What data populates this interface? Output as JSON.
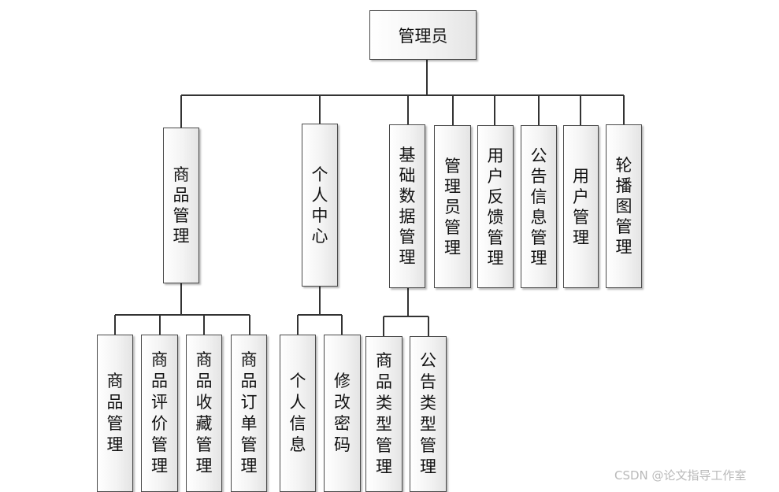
{
  "root": {
    "label": "管理员"
  },
  "level2": [
    {
      "label": "商品管理"
    },
    {
      "label": "个人中心"
    },
    {
      "label": "基础数据管理"
    },
    {
      "label": "管理员管理"
    },
    {
      "label": "用户反馈管理"
    },
    {
      "label": "公告信息管理"
    },
    {
      "label": "用户管理"
    },
    {
      "label": "轮播图管理"
    }
  ],
  "level3": {
    "goods": [
      {
        "label": "商品管理"
      },
      {
        "label": "商品评价管理"
      },
      {
        "label": "商品收藏管理"
      },
      {
        "label": "商品订单管理"
      }
    ],
    "personal": [
      {
        "label": "个人信息"
      },
      {
        "label": "修改密码"
      }
    ],
    "base_data": [
      {
        "label": "商品类型管理"
      },
      {
        "label": "公告类型管理"
      }
    ]
  },
  "watermark": "CSDN @论文指导工作室",
  "colors": {
    "line": "#333333",
    "border": "#4a4a4a",
    "box_fill_light": "#ffffff",
    "box_fill_dark": "#e4e4e4"
  }
}
